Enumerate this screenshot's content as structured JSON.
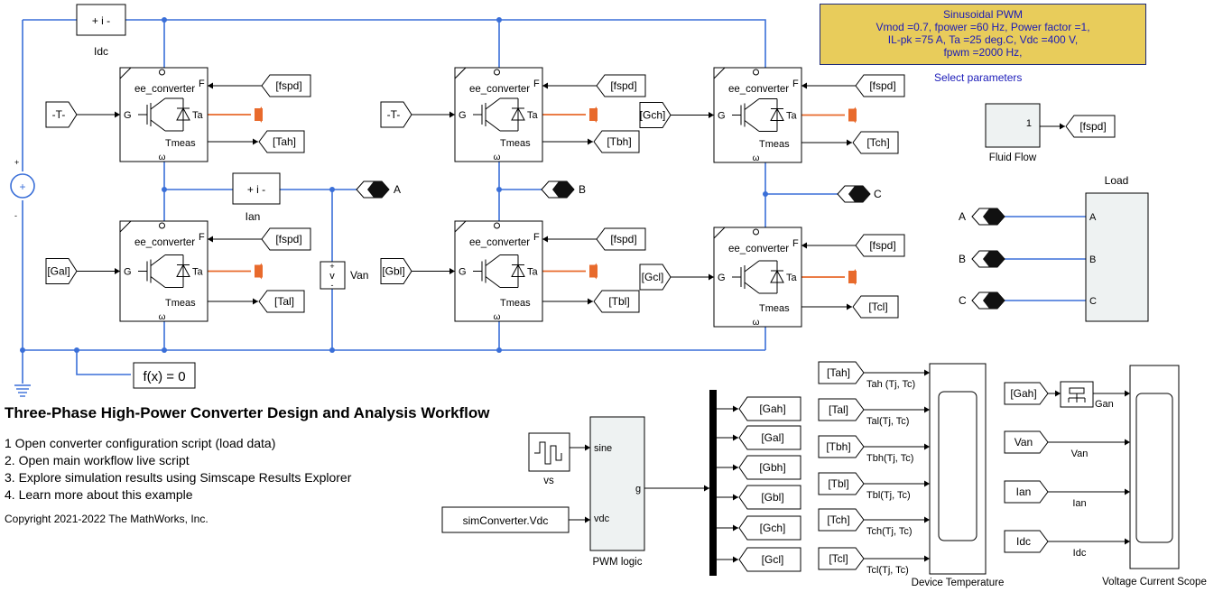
{
  "diagram": {
    "title": "Three-Phase High-Power Converter Design and Analysis Workflow",
    "steps": [
      "1  Open converter configuration script (load data)",
      "2. Open main workflow live script",
      "3. Explore simulation results using Simscape Results Explorer",
      "4. Learn more about this example"
    ],
    "copyright": "Copyright 2021-2022 The MathWorks, Inc.",
    "params": {
      "lines": [
        "Sinusoidal PWM",
        "Vmod =0.7, fpower =60 Hz, Power factor =1,",
        "IL-pk =75 A, Ta =25 deg.C, Vdc =400 V,",
        "fpwm =2000 Hz,"
      ],
      "link": "Select parameters"
    },
    "converter": {
      "label": "ee_converter",
      "port_g": "G",
      "port_ta": "Ta",
      "port_tmeas": "Tmeas",
      "port_f": "F"
    },
    "converters": [
      {
        "gate": "-T-",
        "temp": "[Tah]"
      },
      {
        "gate": "[Gal]",
        "temp": "[Tal]"
      },
      {
        "gate": "-T-",
        "temp": "[Tbh]"
      },
      {
        "gate": "[Gbl]",
        "temp": "[Tbl]"
      },
      {
        "gate": "[Gch]",
        "temp": "[Tch]"
      },
      {
        "gate": "[Gcl]",
        "temp": "[Tcl]"
      }
    ],
    "fspd_tag": "[fspd]",
    "sensors": {
      "idc": {
        "symbol": "+  i  -",
        "label": "Idc"
      },
      "ian": {
        "symbol": "+  i  -",
        "label": "Ian"
      },
      "van": {
        "label": "Van"
      }
    },
    "phases": [
      "A",
      "B",
      "C"
    ],
    "solver": "f(x) = 0",
    "fluid": {
      "value": "1",
      "label": "Fluid Flow",
      "tag": "[fspd]"
    },
    "load": {
      "label": "Load",
      "ports": [
        "A",
        "B",
        "C"
      ]
    },
    "pwm": {
      "source_label": "vs",
      "const_value": "simConverter.Vdc",
      "block_label": "PWM logic",
      "in_ports": [
        "sine",
        "vdc"
      ],
      "out_port": "g",
      "gate_tags": [
        "[Gah]",
        "[Gal]",
        "[Gbh]",
        "[Gbl]",
        "[Gch]",
        "[Gcl]"
      ]
    },
    "temp_scope": {
      "label": "Device Temperature",
      "rows": [
        {
          "tag": "[Tah]",
          "signal": "Tah (Tj, Tc)"
        },
        {
          "tag": "[Tal]",
          "signal": "Tal(Tj, Tc)"
        },
        {
          "tag": "[Tbh]",
          "signal": "Tbh(Tj, Tc)"
        },
        {
          "tag": "[Tbl]",
          "signal": "Tbl(Tj, Tc)"
        },
        {
          "tag": "[Tch]",
          "signal": "Tch(Tj, Tc)"
        },
        {
          "tag": "[Tcl]",
          "signal": "Tcl(Tj, Tc)"
        }
      ]
    },
    "vi_scope": {
      "label": "Voltage Current Scope",
      "rows": [
        {
          "tag": "[Gah]",
          "signal": "Gan"
        },
        {
          "tag": "Van",
          "signal": "Van"
        },
        {
          "tag": "Ian",
          "signal": "Ian"
        },
        {
          "tag": "Idc",
          "signal": "Idc"
        }
      ]
    }
  },
  "colors": {
    "wire": "#3a6fd8",
    "thermal": "#e86a2c",
    "param_bg": "#e8cc5b",
    "link": "#1a1ab8"
  }
}
